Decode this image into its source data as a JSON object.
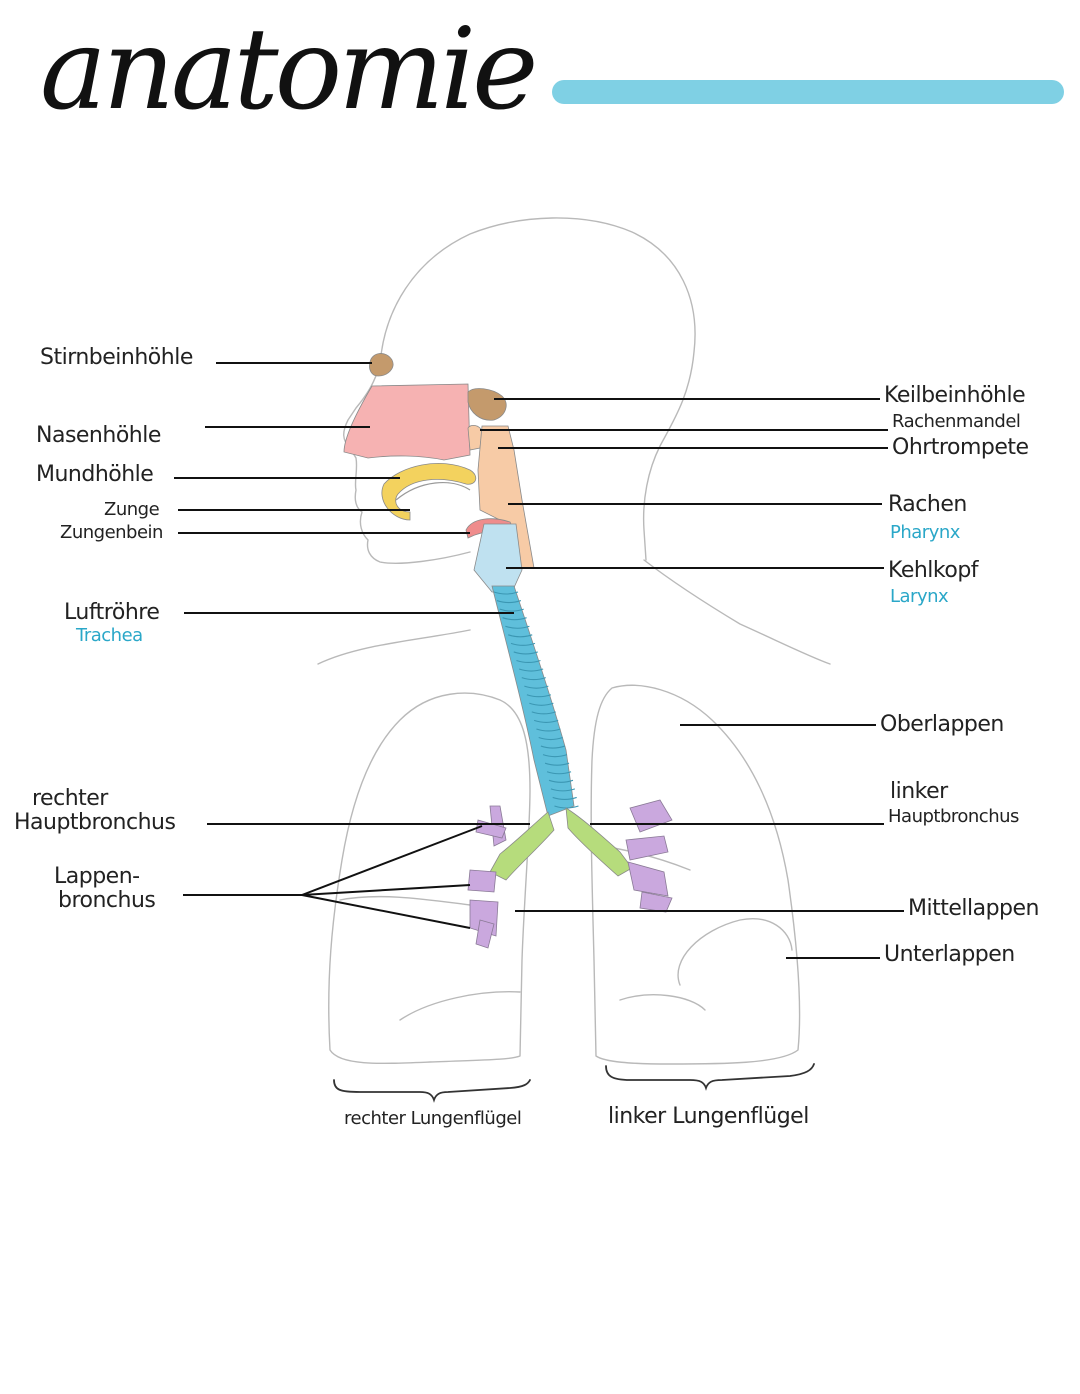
{
  "title": "anatomie",
  "colors": {
    "title_bar": "#7fd0e4",
    "outline": "#b9b9b9",
    "nasal_cavity": "#f6b2b2",
    "sinus": "#c49a6c",
    "pharynx": "#f7cba6",
    "tongue": "#f3d25e",
    "hyoid": "#ef8c8c",
    "larynx": "#bfe1f0",
    "trachea": "#5fbfdb",
    "bronchus": "#b6dc7c",
    "lobar_bronchus": "#caa8de",
    "latin_label": "#2aa7c8",
    "text": "#222222",
    "leader_line": "#111111"
  },
  "labels": {
    "stirnbeinhoehle": "Stirnbeinhöhle",
    "nasenhoehle": "Nasenhöhle",
    "mundhoehle": "Mundhöhle",
    "zunge": "Zunge",
    "zungenbein": "Zungenbein",
    "luftroehre": "Luftröhre",
    "trachea": "Trachea",
    "rechter_hauptbronchus_1": "rechter",
    "rechter_hauptbronchus_2": "Hauptbronchus",
    "lappenbronchus_1": "Lappen-",
    "lappenbronchus_2": "bronchus",
    "keilbeinhoehle": "Keilbeinhöhle",
    "rachenmandel": "Rachenmandel",
    "ohrtrompete": "Ohrtrompete",
    "rachen": "Rachen",
    "pharynx": "Pharynx",
    "kehlkopf": "Kehlkopf",
    "larynx": "Larynx",
    "oberlappen": "Oberlappen",
    "linker_hauptbronchus_1": "linker",
    "linker_hauptbronchus_2": "Hauptbronchus",
    "mittellappen": "Mittellappen",
    "unterlappen": "Unterlappen",
    "rechter_lungenfluegel": "rechter Lungenflügel",
    "linker_lungenfluegel": "linker Lungenflügel"
  }
}
